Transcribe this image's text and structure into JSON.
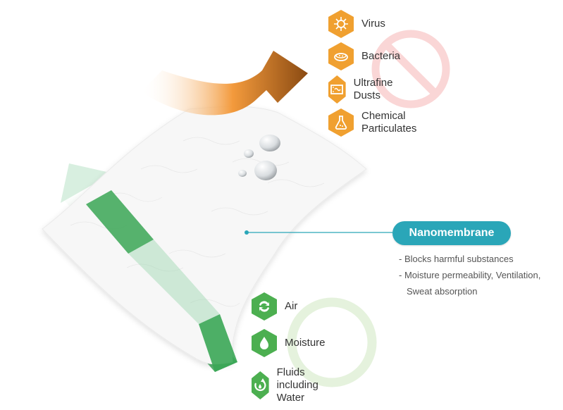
{
  "blocked": [
    {
      "label": "Virus",
      "icon": "virus-icon"
    },
    {
      "label": "Bacteria",
      "icon": "petri-dish-icon"
    },
    {
      "label": "Ultrafine Dusts",
      "icon": "dust-icon"
    },
    {
      "label": "Chemical\nParticulates",
      "icon": "flask-icon"
    }
  ],
  "allowed": [
    {
      "label": "Air",
      "icon": "air-cycle-icon"
    },
    {
      "label": "Moisture",
      "icon": "water-drop-icon"
    },
    {
      "label": "Fluids including\nWater",
      "icon": "fluid-cycle-icon"
    }
  ],
  "callout": {
    "title": "Nanomembrane",
    "bullets": [
      "- Blocks harmful substances",
      "- Moisture permeability, Ventilation,",
      "Sweat absorption"
    ]
  },
  "colors": {
    "orange": "#f0a030",
    "brown": "#9b5a1a",
    "green": "#3aa655",
    "teal": "#2aa6b8",
    "prohibit_red": "#f8b8b8",
    "ring_green": "#e3f2dc"
  }
}
